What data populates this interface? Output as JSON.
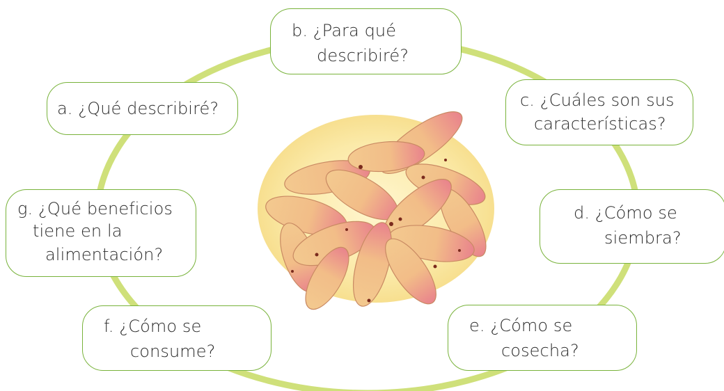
{
  "colors": {
    "ring": "#cfe07a",
    "box_border": "#78b23a",
    "halo": "#fbeaa9",
    "tuber_fill": "#f3c88d",
    "tuber_tip": "#e9838c",
    "eye": "#7a2a1d"
  },
  "center_image": {
    "icon": "oca-tubers-illustration"
  },
  "questions": {
    "a": {
      "line1": "a. ¿Qué describiré?"
    },
    "b": {
      "line1": "b.  ¿Para qué",
      "line2": "describiré?"
    },
    "c": {
      "line1": "c. ¿Cuáles son sus",
      "line2": "características?"
    },
    "d": {
      "line1": "d. ¿Cómo se",
      "line2": "siembra?"
    },
    "e": {
      "line1": "e. ¿Cómo se",
      "line2": "cosecha?"
    },
    "f": {
      "line1": "f. ¿Cómo se",
      "line2": "consume?"
    },
    "g": {
      "line1": "g. ¿Qué beneficios",
      "line2": "tiene en la",
      "line3": "alimentación?"
    }
  }
}
